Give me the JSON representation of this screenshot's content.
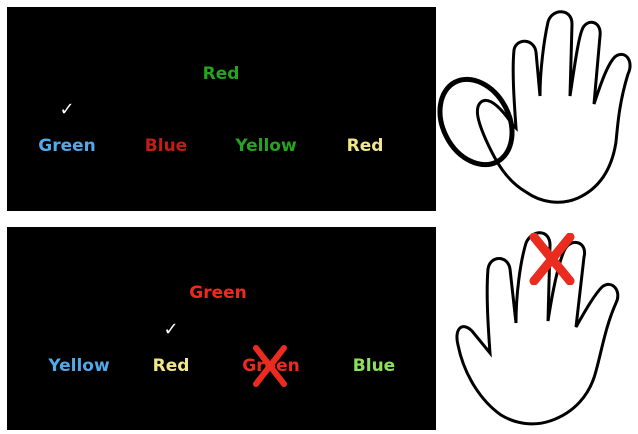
{
  "colors": {
    "background": "#000000",
    "red_text": "#ee2a1c",
    "green_text": "#26a31f",
    "blue_text": "#52a8e8",
    "yellow_text": "#f0e68c",
    "dark_red_text": "#c01f14",
    "light_green_text": "#8ee05a",
    "cross_mark": "#ea2b1f",
    "check_mark": "#ffffff"
  },
  "trial_top": {
    "target_word": "Red",
    "check_mark": "✓",
    "options": [
      "Green",
      "Blue",
      "Yellow",
      "Red"
    ]
  },
  "trial_bottom": {
    "target_word": "Green",
    "check_mark": "✓",
    "options": [
      "Yellow",
      "Red",
      "Green",
      "Blue"
    ]
  },
  "icons": {
    "top_hand": "hand-outline-icon",
    "top_highlight": "thumb-highlight-ellipse-icon",
    "bottom_hand": "hand-outline-icon",
    "bottom_cross": "red-cross-icon",
    "option_cross": "red-cross-icon"
  }
}
